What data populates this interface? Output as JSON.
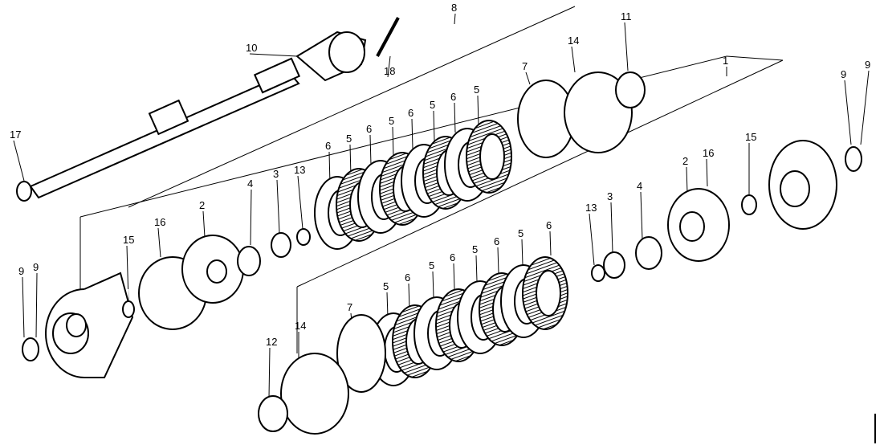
{
  "diagram": {
    "type": "exploded-parts-diagram",
    "callouts": [
      "17",
      "10",
      "18",
      "8",
      "14",
      "11",
      "7",
      "1",
      "9",
      "9",
      "6",
      "5",
      "6",
      "5",
      "6",
      "5",
      "6",
      "5",
      "13",
      "3",
      "4",
      "2",
      "16",
      "15",
      "9",
      "9",
      "2",
      "16",
      "15",
      "13",
      "3",
      "4",
      "6",
      "5",
      "6",
      "5",
      "6",
      "5",
      "6",
      "5",
      "7",
      "14",
      "12"
    ]
  }
}
